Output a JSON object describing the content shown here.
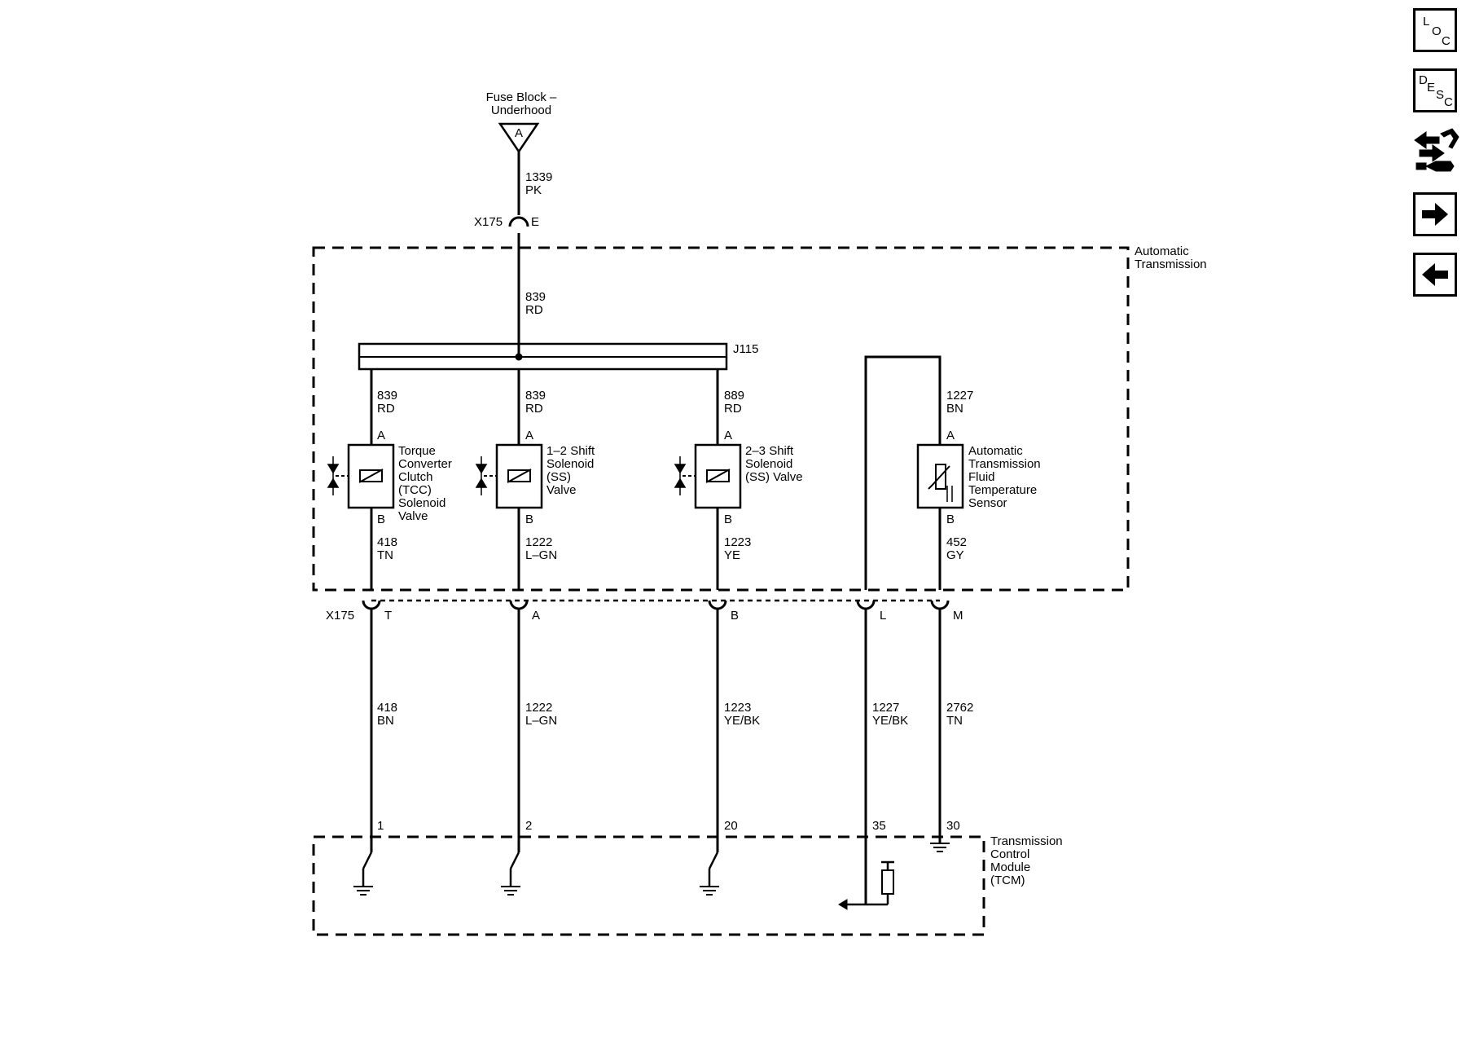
{
  "nav": {
    "loc": {
      "l1": "L",
      "l2": "O",
      "l3": "C"
    },
    "desc": {
      "l1": "D",
      "l2": "E",
      "l3": "S",
      "l4": "C"
    }
  },
  "power": {
    "source": "Fuse Block –",
    "source2": "Underhood",
    "terminal": "A",
    "wire_num": "1339",
    "wire_color": "PK"
  },
  "connector_top": {
    "name": "X175",
    "pin": "E"
  },
  "assembly": {
    "label1": "Automatic",
    "label2": "Transmission"
  },
  "feed": {
    "wire_num": "839",
    "wire_color": "RD"
  },
  "splice": {
    "name": "J115"
  },
  "solenoids": [
    {
      "wire_in_num": "839",
      "wire_in_color": "RD",
      "pin_a": "A",
      "pin_b": "B",
      "label_lines": [
        "Torque",
        "Converter",
        "Clutch",
        "(TCC)",
        "Solenoid",
        "Valve"
      ],
      "wire_out_num": "418",
      "wire_out_color": "TN",
      "x175_pin": "T",
      "harness_num": "418",
      "harness_color": "BN",
      "tcm_pin": "1"
    },
    {
      "wire_in_num": "839",
      "wire_in_color": "RD",
      "pin_a": "A",
      "pin_b": "B",
      "label_lines": [
        "1–2 Shift",
        "Solenoid",
        "(SS)",
        "Valve"
      ],
      "wire_out_num": "1222",
      "wire_out_color": "L–GN",
      "x175_pin": "A",
      "harness_num": "1222",
      "harness_color": "L–GN",
      "tcm_pin": "2"
    },
    {
      "wire_in_num": "889",
      "wire_in_color": "RD",
      "pin_a": "A",
      "pin_b": "B",
      "label_lines": [
        "2–3 Shift",
        "Solenoid",
        "(SS) Valve"
      ],
      "wire_out_num": "1223",
      "wire_out_color": "YE",
      "x175_pin": "B",
      "harness_num": "1223",
      "harness_color": "YE/BK",
      "tcm_pin": "20"
    }
  ],
  "sensor": {
    "wire_in_num": "1227",
    "wire_in_color": "BN",
    "pin_a": "A",
    "pin_b": "B",
    "label_lines": [
      "Automatic",
      "Transmission",
      "Fluid",
      "Temperature",
      "Sensor"
    ],
    "wire_out_num": "452",
    "wire_out_color": "GY"
  },
  "connector_bottom": {
    "name": "X175",
    "pin_l": "L",
    "pin_m": "M"
  },
  "sensor_signal": {
    "harness_num": "1227",
    "harness_color": "YE/BK",
    "tcm_pin": "35"
  },
  "sensor_ground": {
    "harness_num": "2762",
    "harness_color": "TN",
    "tcm_pin": "30"
  },
  "tcm": {
    "lines": [
      "Transmission",
      "Control",
      "Module",
      "(TCM)"
    ]
  }
}
